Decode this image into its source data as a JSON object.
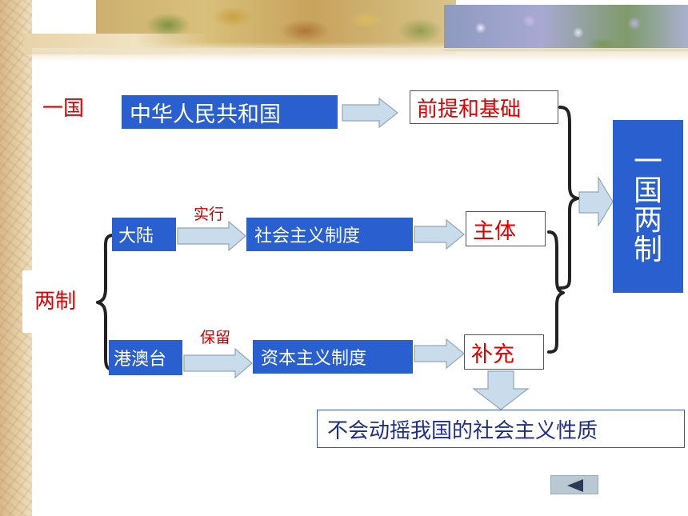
{
  "labels": {
    "one_country": "一国",
    "two_systems": "两制"
  },
  "boxes": {
    "prc": "中华人民共和国",
    "premise": "前提和基础",
    "mainland": "大陆",
    "implement": "实行",
    "socialism": "社会主义制度",
    "main_body": "主体",
    "hkmt": "港澳台",
    "retain": "保留",
    "capitalism": "资本主义制度",
    "supplement": "补充",
    "nature": "不会动摇我国的社会主义性质"
  },
  "title": {
    "chars": [
      "一",
      "国",
      "两",
      "制"
    ]
  },
  "nav": {
    "back_icon": "triangle-left-icon"
  },
  "colors": {
    "blue_box": "#2a5fd0",
    "red_text": "#e00000",
    "arrow_fill": "#c8dcec",
    "arrow_stroke": "#8fa6b8"
  }
}
